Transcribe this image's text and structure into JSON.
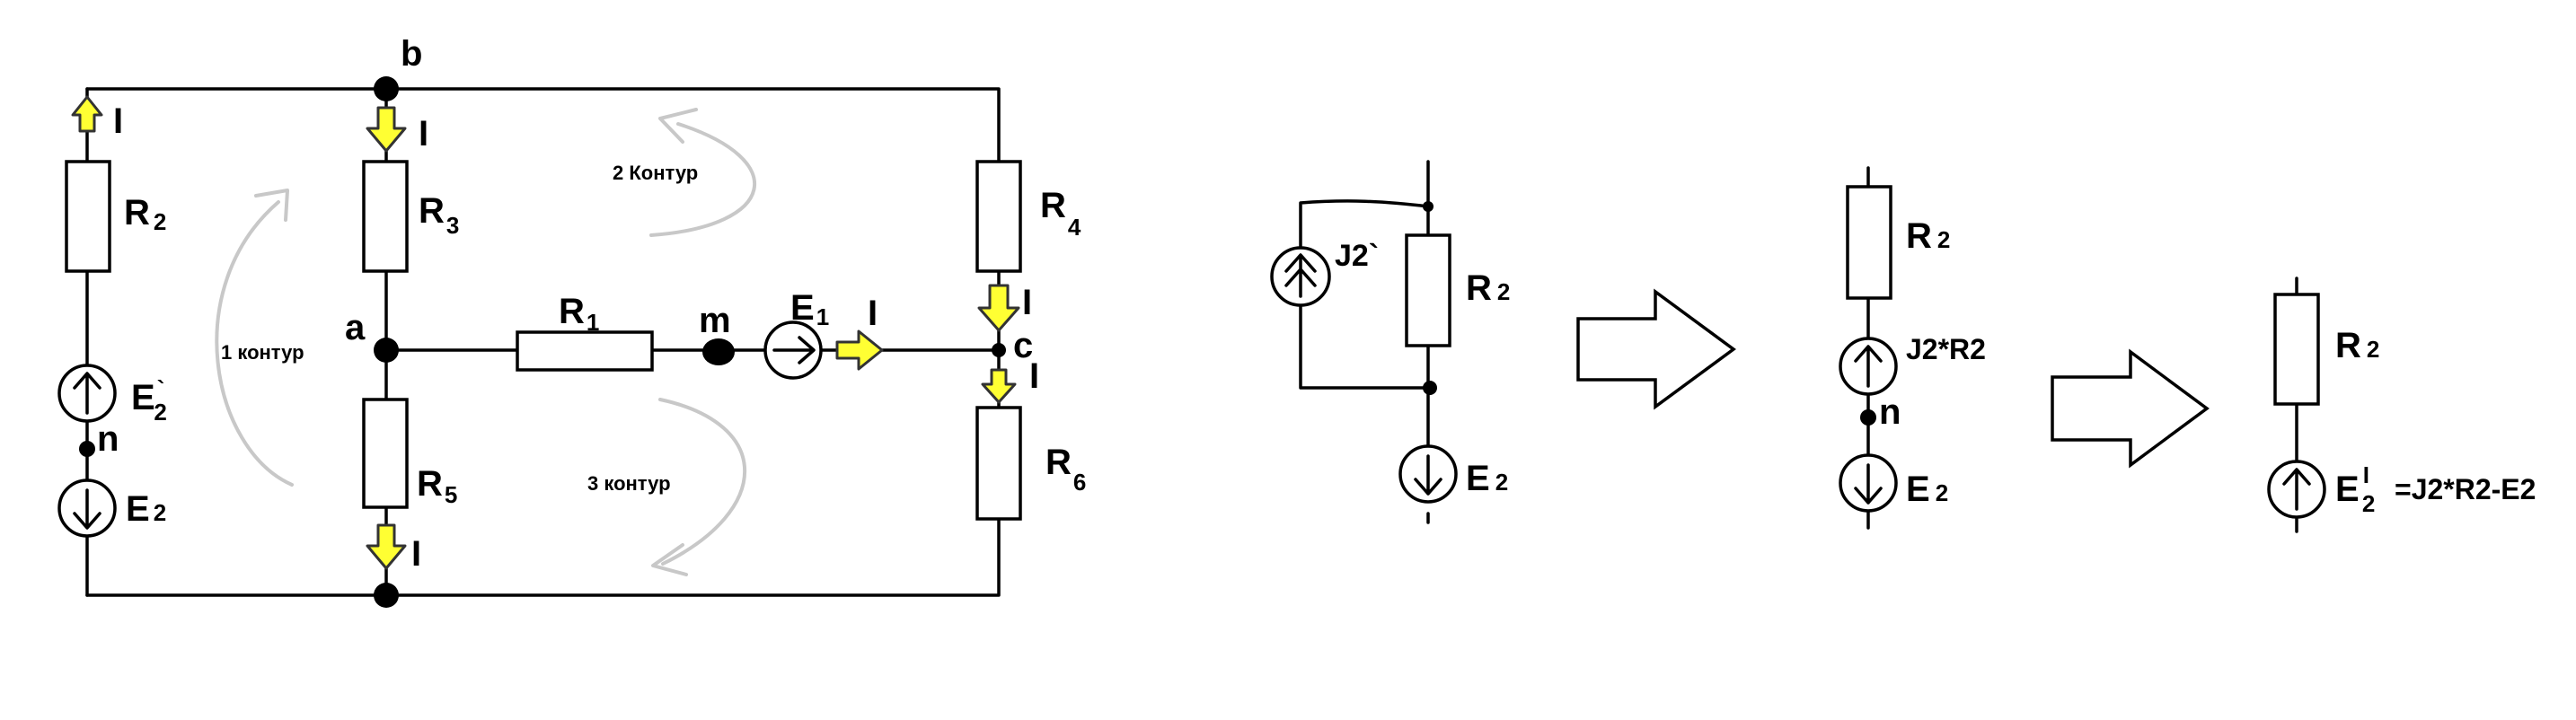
{
  "main_circuit": {
    "nodes": {
      "b": "b",
      "a": "a",
      "m": "m",
      "c": "c",
      "n": "n"
    },
    "resistors": {
      "r2": {
        "main": "R",
        "sub": "2"
      },
      "r3": {
        "main": "R",
        "sub": "3"
      },
      "r1": {
        "main": "R",
        "sub": "1"
      },
      "r5": {
        "main": "R",
        "sub": "5"
      },
      "r4": {
        "main": "R",
        "sub": "4"
      },
      "r6": {
        "main": "R",
        "sub": "6"
      }
    },
    "sources": {
      "e2_upper": {
        "main": "E",
        "sub": "`",
        "sub2": "2"
      },
      "e2_lower": {
        "main": "E",
        "sub": "2"
      },
      "e1": {
        "main": "E",
        "sub": "1"
      }
    },
    "currents": {
      "i_r2": "I",
      "i_r3": "I",
      "i_r5": "I",
      "i_e1": "I",
      "i_r4": "I",
      "i_r6": "I"
    },
    "loops": {
      "loop1": "1 контур",
      "loop2": "2 Контур",
      "loop3": "3 контур"
    }
  },
  "step1": {
    "j2_label": "J2`",
    "r2": {
      "main": "R",
      "sub": "2"
    },
    "e2": {
      "main": "E",
      "sub": "2"
    }
  },
  "step2": {
    "r2": {
      "main": "R",
      "sub": "2"
    },
    "source_label": "J2*R2",
    "node": "n",
    "e2": {
      "main": "E",
      "sub": "2"
    }
  },
  "step3": {
    "r2": {
      "main": "R",
      "sub": "2"
    },
    "e": {
      "main": "E",
      "sup": "I",
      "sub": "2"
    },
    "formula": "=J2*R2-E2"
  },
  "colors": {
    "current_arrow": "#ffff33",
    "loop_arrow": "#c8c8c8",
    "line": "#000000"
  }
}
